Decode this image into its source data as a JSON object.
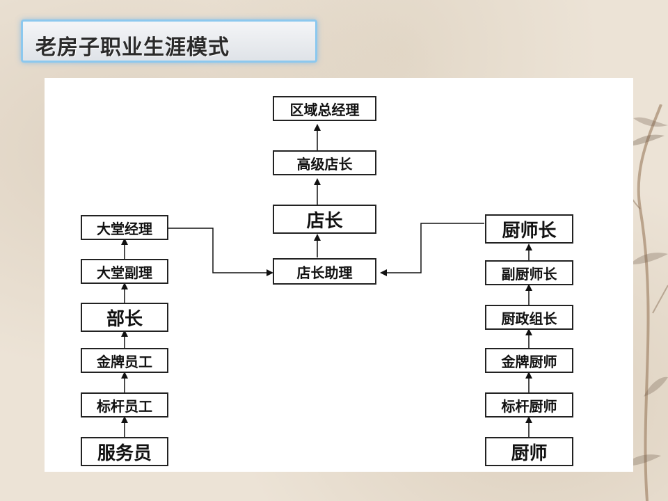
{
  "title": "老房子职业生涯模式",
  "nodes": {
    "regional_gm": "区域总经理",
    "senior_store_manager": "高级店长",
    "store_manager": "店长",
    "assistant_store_manager": "店长助理",
    "lobby_manager": "大堂经理",
    "deputy_lobby_manager": "大堂副理",
    "department_head": "部长",
    "gold_staff": "金牌员工",
    "model_staff": "标杆员工",
    "waiter": "服务员",
    "head_chef": "厨师长",
    "deputy_head_chef": "副厨师长",
    "kitchen_team_leader": "厨政组长",
    "gold_chef": "金牌厨师",
    "model_chef": "标杆厨师",
    "chef": "厨师"
  },
  "edges": [
    [
      "waiter",
      "model_staff"
    ],
    [
      "model_staff",
      "gold_staff"
    ],
    [
      "gold_staff",
      "department_head"
    ],
    [
      "department_head",
      "deputy_lobby_manager"
    ],
    [
      "deputy_lobby_manager",
      "lobby_manager"
    ],
    [
      "lobby_manager",
      "assistant_store_manager"
    ],
    [
      "chef",
      "model_chef"
    ],
    [
      "model_chef",
      "gold_chef"
    ],
    [
      "gold_chef",
      "kitchen_team_leader"
    ],
    [
      "kitchen_team_leader",
      "deputy_head_chef"
    ],
    [
      "deputy_head_chef",
      "head_chef"
    ],
    [
      "head_chef",
      "assistant_store_manager"
    ],
    [
      "assistant_store_manager",
      "store_manager"
    ],
    [
      "store_manager",
      "senior_store_manager"
    ],
    [
      "senior_store_manager",
      "regional_gm"
    ]
  ]
}
